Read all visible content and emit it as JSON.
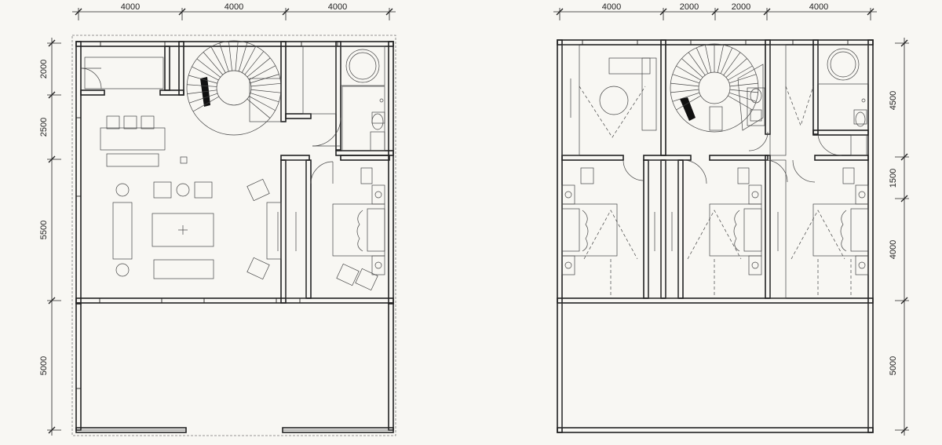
{
  "plans": [
    {
      "id": "ground",
      "dims_top": [
        "4000",
        "4000",
        "4000"
      ],
      "dims_left": [
        "2000",
        "2500",
        "5500",
        "5000"
      ]
    },
    {
      "id": "upper",
      "dims_top": [
        "4000",
        "2000",
        "2000",
        "4000"
      ],
      "dims_right": [
        "4500",
        "1500",
        "4000",
        "5000"
      ]
    }
  ],
  "colors": {
    "line": "#222222",
    "background": "#f8f7f3"
  }
}
